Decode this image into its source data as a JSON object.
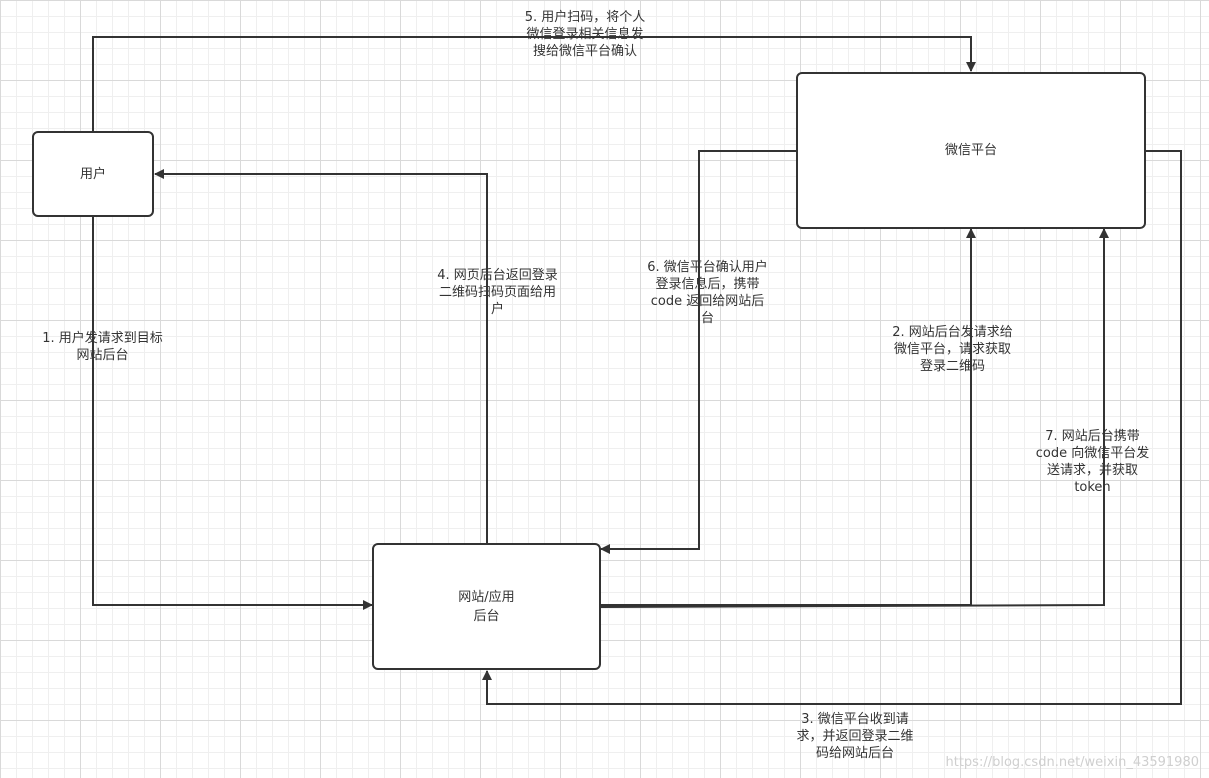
{
  "nodes": {
    "user": "用户",
    "wechat": "微信平台",
    "backend": "网站/应用\n后台"
  },
  "edges": {
    "e1": "1. 用户发请求到目标\n网站后台",
    "e2": "2. 网站后台发请求给\n微信平台，请求获取\n登录二维码",
    "e3": "3. 微信平台收到请\n求，并返回登录二维\n码给网站后台",
    "e4": "4. 网页后台返回登录\n二维码扫码页面给用\n户",
    "e5": "5. 用户扫码，将个人\n微信登录相关信息发\n搜给微信平台确认",
    "e6": "6. 微信平台确认用户\n登录信息后，携带\ncode 返回给网站后\n台",
    "e7": "7. 网站后台携带\ncode 向微信平台发\n送请求，并获取\ntoken"
  },
  "watermark": "https://blog.csdn.net/weixin_43591980",
  "colors": {
    "stroke": "#333333",
    "grid": "#d9d9d9"
  }
}
